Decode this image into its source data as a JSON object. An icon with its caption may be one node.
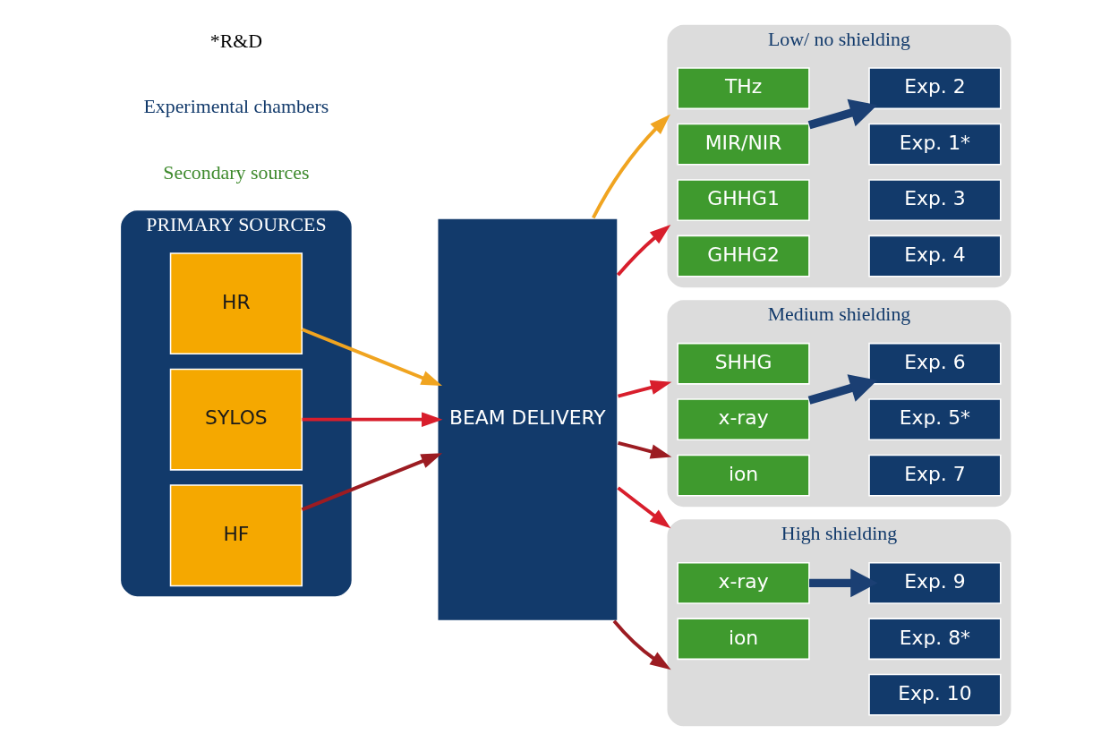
{
  "diagram": {
    "nodes": [
      {
        "text": [
          "PRIMARY SOURCES"
        ]
      },
      {
        "text": [
          "HR"
        ],
        "in": 0
      },
      {
        "text": [
          "SYLOS"
        ],
        "in": 0
      },
      {
        "text": [
          "HF"
        ],
        "in": 0
      },
      {
        "text": [
          "BEAM DELIVERY"
        ]
      },
      {
        "text": [
          "Low/ no shielding"
        ]
      },
      {
        "text": [
          "THz"
        ],
        "in": 5
      },
      {
        "text": [
          "MIR/NIR"
        ],
        "in": 5
      },
      {
        "text": [
          "GHHG1"
        ],
        "in": 5
      },
      {
        "text": [
          "GHHG2"
        ],
        "in": 5
      },
      {
        "text": [
          "Exp. 1*"
        ],
        "in": 5
      },
      {
        "text": [
          "Exp. 2"
        ],
        "in": 5
      },
      {
        "text": [
          "Exp. 3"
        ],
        "in": 5
      },
      {
        "text": [
          "Exp. 4"
        ],
        "in": 5
      },
      {
        "text": [
          "Medium shielding"
        ]
      },
      {
        "text": [
          "SHHG"
        ],
        "in": 14
      },
      {
        "text": [
          "x-ray"
        ],
        "in": 14
      },
      {
        "text": [
          "ion"
        ],
        "in": 14
      },
      {
        "text": [
          "Exp. 5*"
        ],
        "in": 14
      },
      {
        "text": [
          "Exp. 6"
        ],
        "in": 14
      },
      {
        "text": [
          "Exp. 7"
        ],
        "in": 14
      },
      {
        "text": [
          "High shielding"
        ]
      },
      {
        "text": [
          "x-ray"
        ],
        "in": 21
      },
      {
        "text": [
          "ion"
        ],
        "in": 21
      },
      {
        "text": [
          "Exp. 8*"
        ],
        "in": 21
      },
      {
        "text": [
          "Exp. 9"
        ],
        "in": 21
      },
      {
        "text": [
          "Exp. 10"
        ],
        "in": 21
      }
    ],
    "edges": [
      {
        "from": 1,
        "to": 4,
        "arrow": "to",
        "color": "#f0a420"
      },
      {
        "from": 2,
        "to": 4,
        "arrow": "to"
      },
      {
        "from": 3,
        "to": 4,
        "arrow": "to",
        "color": "#9c1c22"
      },
      {
        "from": 4,
        "to": 5,
        "arrow": "to",
        "color": "#f0a420"
      },
      {
        "from": 4,
        "to": 5,
        "arrow": "to"
      },
      {
        "from": 4,
        "to": 14,
        "arrow": "to"
      },
      {
        "from": 4,
        "to": 14,
        "arrow": "to",
        "color": "#9c1c22"
      },
      {
        "from": 4,
        "to": 21,
        "arrow": "to"
      },
      {
        "from": 4,
        "to": 21,
        "arrow": "to",
        "color": "#9c1c22"
      },
      {
        "from": 7,
        "to": 11,
        "arrow": "to",
        "style": "thick",
        "color": "#1b3f73"
      },
      {
        "from": 16,
        "to": 19,
        "arrow": "to",
        "style": "thick",
        "color": "#1b3f73"
      },
      {
        "from": 22,
        "to": 25,
        "arrow": "to",
        "style": "thick",
        "color": "#1b3f73"
      }
    ],
    "labels": [
      "Secondary sources",
      "Experimental chambers",
      "*R&D"
    ]
  }
}
